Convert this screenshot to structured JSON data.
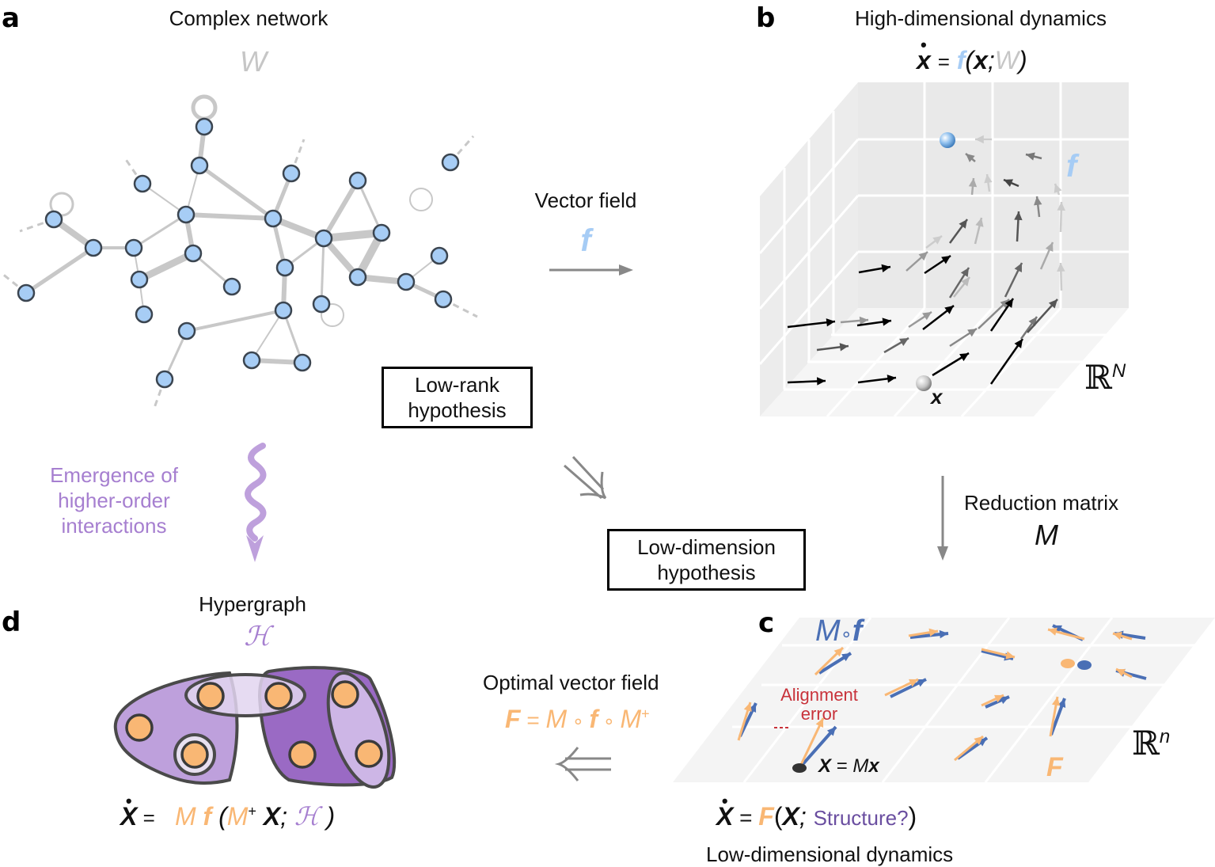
{
  "colors": {
    "node_fill": "#a7cdf5",
    "node_stroke": "#3b4550",
    "edge": "#c8c8c8",
    "f_blue": "#a6ccf5",
    "orange": "#f9b774",
    "purple_text": "#a67fd0",
    "purple_dark": "#9a6ac4",
    "purple_light": "#bea0dc",
    "blue_arrow": "#4a6fb5",
    "alignment_red": "#c8323a",
    "structure_purple": "#6a4ea0"
  },
  "panel_a": {
    "letter": "a",
    "title": "Complex network",
    "symbol": "W"
  },
  "panel_b": {
    "letter": "b",
    "title": "High-dimensional dynamics",
    "equation": {
      "lhs": "x",
      "eq": "=",
      "f": "f",
      "open": "(",
      "x": "x",
      "semi": ";",
      "w": "W",
      "close": ")"
    },
    "f_label": "f",
    "space_label": "ℝ",
    "space_exp": "N",
    "state_label": "x"
  },
  "vector_field": {
    "title": "Vector field",
    "symbol": "f"
  },
  "low_rank_box": {
    "line1": "Low-rank",
    "line2": "hypothesis"
  },
  "low_dim_box": {
    "line1": "Low-dimension",
    "line2": "hypothesis"
  },
  "reduction": {
    "title": "Reduction matrix",
    "symbol": "M"
  },
  "emergence": {
    "line1": "Emergence of",
    "line2": "higher-order",
    "line3": "interactions"
  },
  "panel_c": {
    "letter": "c",
    "mof": {
      "M": "M",
      "circ": "∘",
      "f": "f"
    },
    "alignment": {
      "line1": "Alignment",
      "line2": "error"
    },
    "state_eq": {
      "X": "X",
      "eq": "= ",
      "M": "M",
      "x": "x"
    },
    "F_label": "F",
    "space_label": "ℝ",
    "space_exp": "n"
  },
  "optimal": {
    "title": "Optimal vector field",
    "F": "F",
    "eq": " = ",
    "M1": "M",
    "c1": " ∘ ",
    "f": "f",
    "c2": " ∘ ",
    "M2": "M",
    "plus": "+"
  },
  "low_dim_dynamics": {
    "X": "X",
    "eq": " = ",
    "F": "F",
    "open": "(",
    "X2": "X",
    "semi": "; ",
    "structure": "Structure?",
    "close": ")",
    "caption": "Low-dimensional dynamics"
  },
  "panel_d": {
    "letter": "d",
    "title": "Hypergraph",
    "symbol": "ℋ",
    "equation": {
      "X": "X",
      "eq": " = ",
      "M": "M",
      "f": "f",
      "open": "(",
      "M2": "M",
      "plus": "+",
      "X2": "X",
      "semi": "; ",
      "H": "ℋ",
      "close": ")"
    }
  }
}
